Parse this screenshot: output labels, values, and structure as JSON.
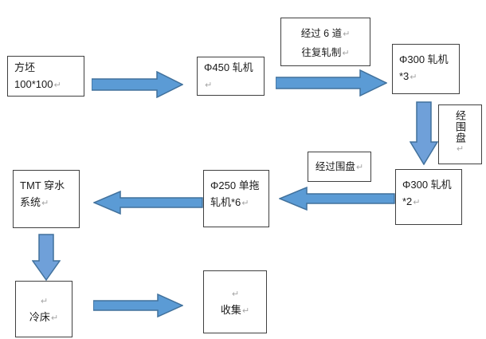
{
  "diagram": {
    "title": "rolling-mill-process-flowchart",
    "nodes": {
      "billet": {
        "label": "方坯 100*100"
      },
      "mill450": {
        "label": "Φ450 轧机"
      },
      "note6pass": {
        "line1": "经过 6 道",
        "line2": "往复轧制"
      },
      "mill300x3": {
        "line1": "Φ300 轧机",
        "line2": "*3"
      },
      "loop_vertical": {
        "label": "经围盘"
      },
      "mill300x2": {
        "line1": "Φ300 轧机",
        "line2": "*2"
      },
      "note_loop": {
        "label": "经过围盘"
      },
      "mill250": {
        "line1": "Φ250 单拖",
        "line2": "轧机*6"
      },
      "tmt": {
        "line1": "TMT 穿水",
        "line2": "系统"
      },
      "coolbed": {
        "label": "冷床"
      },
      "collect": {
        "label": "收集"
      }
    },
    "edges": [
      {
        "from": "billet",
        "to": "mill450",
        "direction": "right"
      },
      {
        "from": "mill450",
        "to": "mill300x3",
        "direction": "right",
        "via": "经过 6 道 往复轧制"
      },
      {
        "from": "mill300x3",
        "to": "mill300x2",
        "direction": "down",
        "via": "经围盘"
      },
      {
        "from": "mill300x2",
        "to": "mill250",
        "direction": "left",
        "via": "经过围盘"
      },
      {
        "from": "mill250",
        "to": "tmt",
        "direction": "left"
      },
      {
        "from": "tmt",
        "to": "coolbed",
        "direction": "down"
      },
      {
        "from": "coolbed",
        "to": "collect",
        "direction": "right"
      }
    ],
    "marks": {
      "return": "↵"
    },
    "colors": {
      "arrow_fill": "#5B9BD5",
      "arrow_fill_light": "#6FA0D9",
      "arrow_stroke": "#41719C",
      "box_border": "#404040",
      "mark_color": "#a6a6a6"
    }
  }
}
